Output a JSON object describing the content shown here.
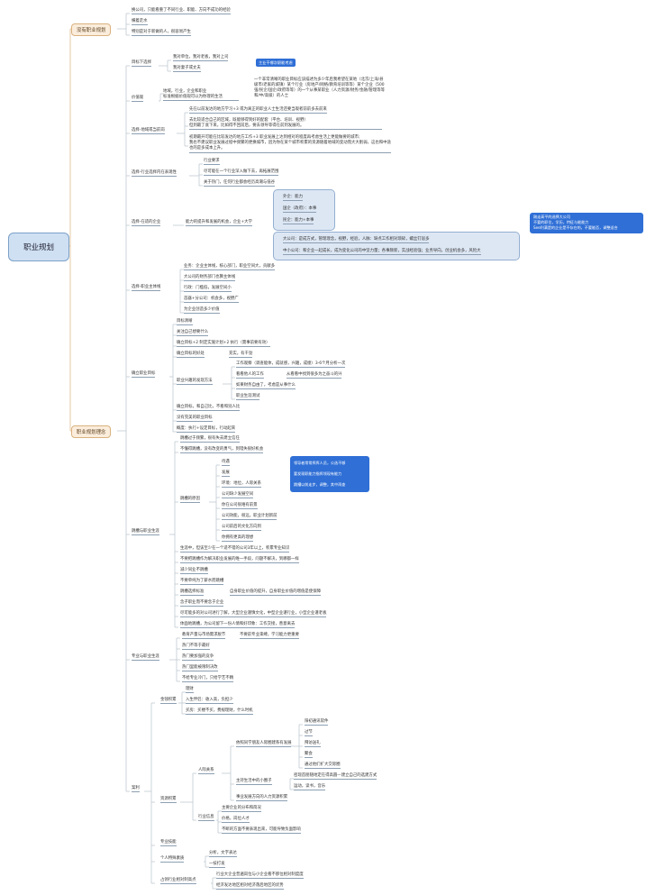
{
  "root": "职业规划",
  "branches": [
    {
      "label": "没有职业规划",
      "items": [
        "换公司，只能看重了不同行业、职能、方向不成功的经验",
        "横着走水",
        "特别是对于新做的人，很容易产生"
      ]
    },
    {
      "label": "职业规划理念",
      "sections": [
        {
          "label": "目标下选择",
          "items": [
            "我对单位，我对老板，我对上司",
            "我对妻子或丈夫"
          ],
          "note": "主业干哪次职能考虑"
        },
        {
          "label": "价值观",
          "left": "地域，行业，企业和职业\n标准根据价值观可以为你理的生活",
          "desc": "一个非常清晰的职业目标应该描述为多少年后我希望在某地（北京/上海/县级市/老家的城镇）某个行业（房地产/网络/教育培训等等）某个企业（500强/民企/国企/政府等等）的一个从事某职业（人力资源/财务/金融/管理等等和/中/高级）的人士"
        },
        {
          "label": "选择-地域或当前岗",
          "items": [
            "先在以前发达的地方学习+3 或为离正的职业人士生活还要当观者前前多去前来",
            "去比较适合自己的区域，既能够得到好的配套（平台、培训、视野）\n但到最了底下来，比如得不回前后，要去领导等得在前到发展的。",
            "初期最开可能在比较发达的地方工作+3 职业发展上达到相对的程度再考虑生活上更能做要的城市;\n我也不建议职业发展过程中频繁的更换城市，因为你在某个城市积累的资源随着地域的变动而大大削弱，这也和中途也的是多成本上升。"
          ]
        },
        {
          "label": "选择-行业选择内在表现性",
          "items": [
            "行业要求",
            "尽可能在一个行业深入做下去，再拓展范围",
            "关于热门，任何行业都会经历高潮与低谷"
          ]
        },
        {
          "label": "选择-在适的企业",
          "mid": "能力的提升和发展的机会，企业+大学",
          "panel1": [
            "外企：能力",
            "国企（政府）：本事",
            "民企：能力+本事"
          ],
          "panel2": [
            "大公司：是成方式，管理理念，视野，经验，人脉：缺点工作相对琐碎，螺丝钉居多",
            "中小公司：和企业一起成长，成为变化公司的中坚力量；各事颇新，实战经验强；业务导向，创业机会多，风险大"
          ],
          "note": "刚走高平的选择大公司\n不要的职位，学历，特征与能能力\nSee利满是的企业是不存在的，不要能否，调整适合"
        },
        {
          "label": "选择-职业主体线",
          "items": [
            "业务：企业主体线，核心部门，职业空间大，贡献多",
            "大公司的财务部门也算主体线",
            "行政：门槛低，发展空间小",
            "首器+分公司：机会多，视野广",
            "为企业创造多少价值"
          ]
        },
        {
          "label": "确立职业目标",
          "items": [
            "目标清晰",
            "关注自己想要什么",
            "确立目标+2 制定实施计划+2 执行（需事前要有效）",
            "确立目标的好处"
          ],
          "benefit": "充实，有干劲",
          "discover": "职业兴趣的发现方法",
          "discoverItems": [
            "工作观察（调查能体，成就感，兴趣，成绩）3-6个月分析一次",
            "看看他人的工作",
            "如果财务自由了，考虑是从事什么",
            "职业生涯测试"
          ],
          "discoverNote": "从看看中找到很多为之奋斗的兴",
          "tail": [
            "确立目标，和自己比，不看和别人比",
            "没有完美的职业目标",
            "概度：执行+设定目标，行动起来"
          ]
        },
        {
          "label": "跳槽与职业生涯",
          "items": [
            "跳槽过于频繁，很有失去建立信任",
            "不懂得跳槽，没有改变的勇气，到错失很好机会"
          ],
          "reason": "跳槽的原因",
          "reasonItems": [
            "待遇",
            "发展",
            "环境：地位，人际关系",
            "公司缺少发展空间",
            "你在公司很难有前景",
            "公司效能，很远，职业计划新前",
            "公司前后的文化方向到",
            "你拥有更高的理想"
          ],
          "reasonNotes": [
            "领导者常常挥挥人员，公选不够",
            "要发现职能力指挥领现有能力",
            "跳槽以前走步，调整，其中再查"
          ],
          "rest": [
            "生涯中，但该至少在一个适不错的公司3年以上，积累专业知识",
            "不要把跳槽作为解决职业发展的唯一手段，问题不解决，到哪都一样",
            "减少同业不跳槽",
            "不要单纯为了薪水而跳槽",
            "跳槽选择标准",
            "念子职业而不要念于企业",
            "尽可能多的对公司进行了解，大型企业谨慎文化，中型企业谨行业，小型企业谨老板",
            "体面地跳槽，为公司留下一份人情和好印象：工作交接，善意离去"
          ],
          "standardNote": "自身职业价值的提升，自身职业价值的增值是使保障"
        },
        {
          "label": "专业与职业生涯",
          "items": [
            "教育产量与市场需求脱节",
            "热门不等于最好",
            "热门要加强的竞争",
            "热门里能被限制决改",
            "不给专业冷门，只给学艺不精"
          ],
          "note": "不要前专业束缚，学习能力更重要"
        },
        {
          "label": "案利",
          "groups": [
            {
              "label": "金钱积累",
              "items": [
                "理财",
                "入生伴侣：收入高，负担少",
                "买房：买楼不买，费规理财，什么时机"
              ]
            },
            {
              "label": "资源积累",
              "people": "人际关系",
              "peopleItems": [
                "依照同学朋友人际圈建系有发展",
                "主持生活中的小圈子",
                "事业发展方向的人力资源积累"
              ],
              "circle": [
                "阳初通讯软件",
                "过节",
                "拜访送礼",
                "聚会",
                "通过他们扩大交际圈"
              ],
              "small": [
                "密现首朋随地定在得高圆—建立自己的选建方式",
                "运动，读书，音乐"
              ],
              "info": "行业信息",
              "infoItems": [
                "主要企业的分布和简况",
                "价格，岗位人才",
                "不断的方面不要表现出来，可能导致负面影响"
              ]
            },
            {
              "label": "专业技能",
              "items": []
            },
            {
              "label": "个人特殊素质",
              "items": [
                "分析，文字表达",
                "一技打发"
              ]
            },
            {
              "label": "占领行业相对制高点",
              "items": [
                "行业大企业普遍岗位与小企业看不那位相对制度度",
                "经济发达地区相对经济落后地区的优势"
              ]
            }
          ]
        }
      ]
    }
  ]
}
